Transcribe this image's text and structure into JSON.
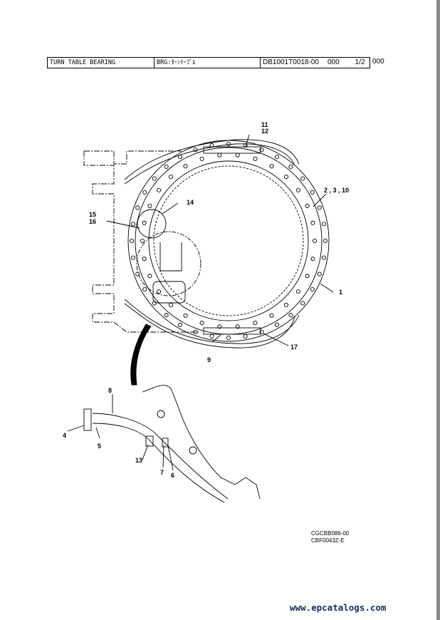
{
  "header": {
    "name_en": "TURN TABLE BEARING",
    "name_jp": "BRG:ﾀｰﾝﾃｰﾌﾞﾙ",
    "part_no": "DB1001T0018-00",
    "code1": "000",
    "page": "1/2",
    "code2": "000"
  },
  "callouts": {
    "c11_12": [
      "11",
      "12"
    ],
    "c2_3_10": "2 , 3 , 10",
    "c14": "14",
    "c15_16": [
      "15",
      "16"
    ],
    "c1": "1",
    "c17": "17",
    "c9": "9",
    "c8": "8",
    "c4": "4",
    "c5": "5",
    "c13": "13",
    "c7": "7",
    "c6": "6"
  },
  "drawing_codes": [
    "CGCBB086-00",
    "CBF0043Z-E"
  ],
  "watermark": "www.epcatalogs.com"
}
